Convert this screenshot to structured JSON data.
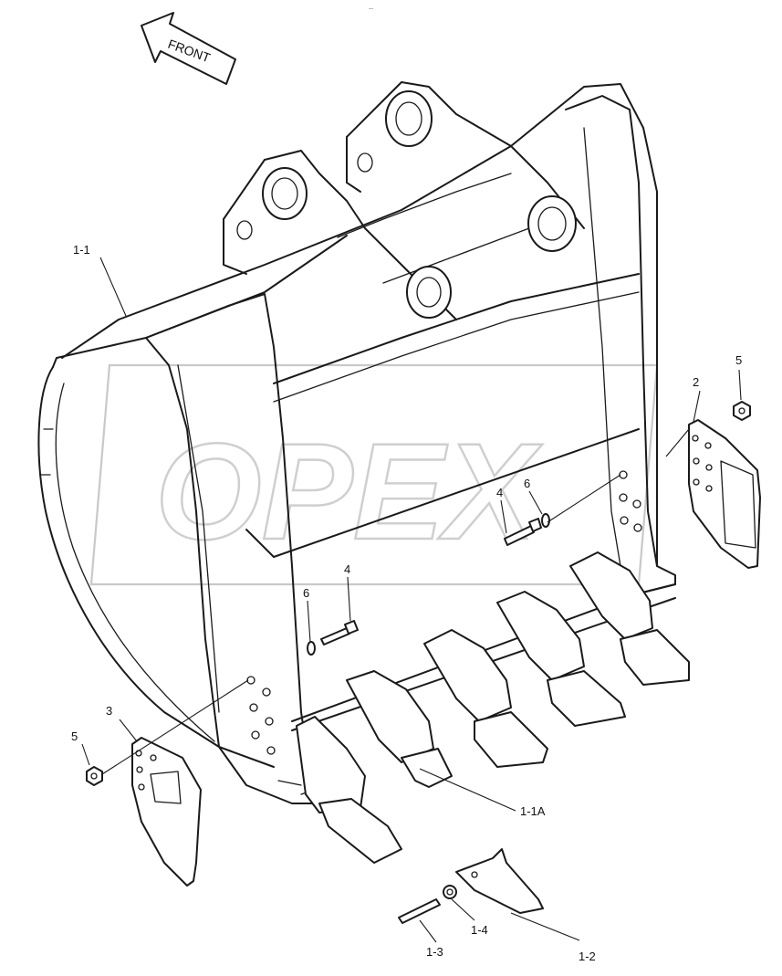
{
  "diagram": {
    "front_label": "FRONT",
    "watermark": "OPEX",
    "header_mark": "··",
    "callouts": {
      "p1_1": "1-1",
      "p1_1A": "1-1A",
      "p1_2": "1-2",
      "p1_3": "1-3",
      "p1_4": "1-4",
      "p2": "2",
      "p3": "3",
      "p4_left": "4",
      "p4_right": "4",
      "p5_left": "5",
      "p5_right": "5",
      "p6_left": "6",
      "p6_right": "6"
    }
  }
}
